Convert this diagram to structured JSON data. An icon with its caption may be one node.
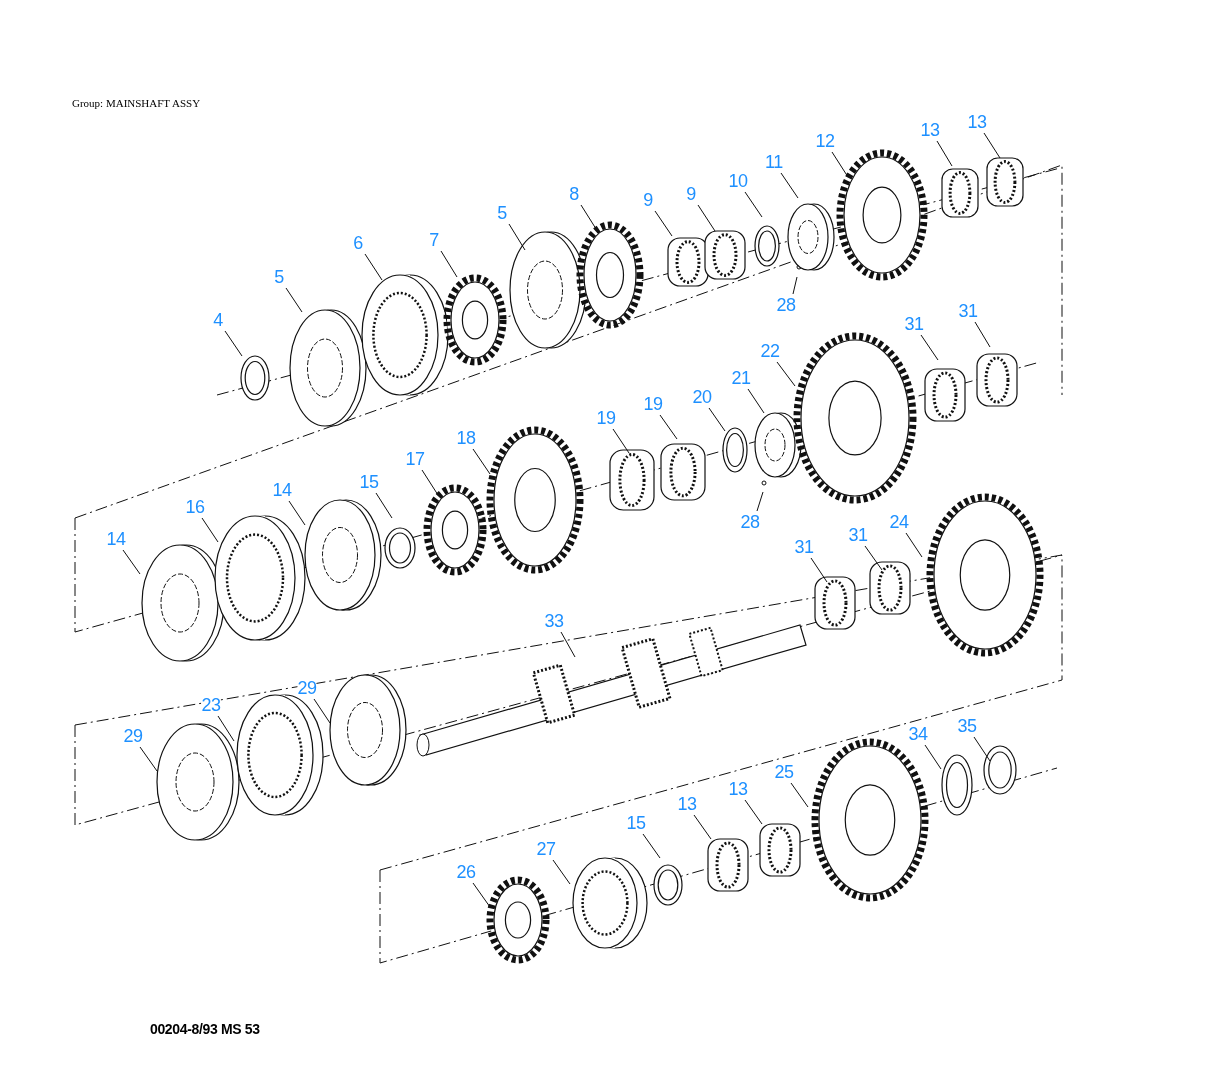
{
  "diagram": {
    "title": "Group: MAINSHAFT ASSY",
    "caption": "00204-8/93 MS 53",
    "nodes": [
      {
        "text": [
          "4"
        ]
      },
      {
        "text": [
          "5"
        ]
      },
      {
        "text": [
          "6"
        ]
      },
      {
        "text": [
          "7"
        ]
      },
      {
        "text": [
          "5"
        ]
      },
      {
        "text": [
          "8"
        ]
      },
      {
        "text": [
          "9"
        ]
      },
      {
        "text": [
          "9"
        ]
      },
      {
        "text": [
          "10"
        ]
      },
      {
        "text": [
          "11"
        ]
      },
      {
        "text": [
          "12"
        ]
      },
      {
        "text": [
          "13"
        ]
      },
      {
        "text": [
          "13"
        ]
      },
      {
        "text": [
          "28"
        ]
      },
      {
        "text": [
          "22"
        ]
      },
      {
        "text": [
          "31"
        ]
      },
      {
        "text": [
          "31"
        ]
      },
      {
        "text": [
          "21"
        ]
      },
      {
        "text": [
          "20"
        ]
      },
      {
        "text": [
          "19"
        ]
      },
      {
        "text": [
          "19"
        ]
      },
      {
        "text": [
          "18"
        ]
      },
      {
        "text": [
          "17"
        ]
      },
      {
        "text": [
          "15"
        ]
      },
      {
        "text": [
          "14"
        ]
      },
      {
        "text": [
          "16"
        ]
      },
      {
        "text": [
          "14"
        ]
      },
      {
        "text": [
          "28"
        ]
      },
      {
        "text": [
          "31"
        ]
      },
      {
        "text": [
          "31"
        ]
      },
      {
        "text": [
          "24"
        ]
      },
      {
        "text": [
          "33"
        ]
      },
      {
        "text": [
          "29"
        ]
      },
      {
        "text": [
          "23"
        ]
      },
      {
        "text": [
          "29"
        ]
      },
      {
        "text": [
          "34"
        ]
      },
      {
        "text": [
          "35"
        ]
      },
      {
        "text": [
          "25"
        ]
      },
      {
        "text": [
          "13"
        ]
      },
      {
        "text": [
          "13"
        ]
      },
      {
        "text": [
          "15"
        ]
      },
      {
        "text": [
          "27"
        ]
      },
      {
        "text": [
          "26"
        ]
      }
    ],
    "edges": [
      {
        "from": 0,
        "to": null,
        "arrow": "none"
      },
      {
        "from": 1,
        "to": null,
        "arrow": "none"
      },
      {
        "from": 2,
        "to": null,
        "arrow": "none"
      },
      {
        "from": 3,
        "to": null,
        "arrow": "none"
      },
      {
        "from": 4,
        "to": null,
        "arrow": "none"
      },
      {
        "from": 5,
        "to": null,
        "arrow": "none"
      },
      {
        "from": 6,
        "to": null,
        "arrow": "none"
      },
      {
        "from": 7,
        "to": null,
        "arrow": "none"
      },
      {
        "from": 8,
        "to": null,
        "arrow": "none"
      },
      {
        "from": 9,
        "to": null,
        "arrow": "none"
      },
      {
        "from": 10,
        "to": null,
        "arrow": "none"
      },
      {
        "from": 11,
        "to": null,
        "arrow": "none"
      },
      {
        "from": 12,
        "to": null,
        "arrow": "none"
      },
      {
        "from": 13,
        "to": null,
        "arrow": "none"
      },
      {
        "from": 14,
        "to": null,
        "arrow": "none"
      },
      {
        "from": 15,
        "to": null,
        "arrow": "none"
      },
      {
        "from": 16,
        "to": null,
        "arrow": "none"
      },
      {
        "from": 17,
        "to": null,
        "arrow": "none"
      },
      {
        "from": 18,
        "to": null,
        "arrow": "none"
      },
      {
        "from": 19,
        "to": null,
        "arrow": "none"
      },
      {
        "from": 20,
        "to": null,
        "arrow": "none"
      },
      {
        "from": 21,
        "to": null,
        "arrow": "none"
      },
      {
        "from": 22,
        "to": null,
        "arrow": "none"
      },
      {
        "from": 23,
        "to": null,
        "arrow": "none"
      },
      {
        "from": 24,
        "to": null,
        "arrow": "none"
      },
      {
        "from": 25,
        "to": null,
        "arrow": "none"
      },
      {
        "from": 26,
        "to": null,
        "arrow": "none"
      },
      {
        "from": 27,
        "to": null,
        "arrow": "none"
      },
      {
        "from": 28,
        "to": null,
        "arrow": "none"
      },
      {
        "from": 29,
        "to": null,
        "arrow": "none"
      },
      {
        "from": 30,
        "to": null,
        "arrow": "none"
      },
      {
        "from": 31,
        "to": null,
        "arrow": "none"
      },
      {
        "from": 32,
        "to": null,
        "arrow": "none"
      },
      {
        "from": 33,
        "to": null,
        "arrow": "none"
      },
      {
        "from": 34,
        "to": null,
        "arrow": "none"
      },
      {
        "from": 35,
        "to": null,
        "arrow": "none"
      },
      {
        "from": 36,
        "to": null,
        "arrow": "none"
      },
      {
        "from": 37,
        "to": null,
        "arrow": "none"
      },
      {
        "from": 38,
        "to": null,
        "arrow": "none"
      },
      {
        "from": 39,
        "to": null,
        "arrow": "none"
      },
      {
        "from": 40,
        "to": null,
        "arrow": "none"
      },
      {
        "from": 41,
        "to": null,
        "arrow": "none"
      },
      {
        "from": 42,
        "to": null,
        "arrow": "none"
      }
    ]
  }
}
